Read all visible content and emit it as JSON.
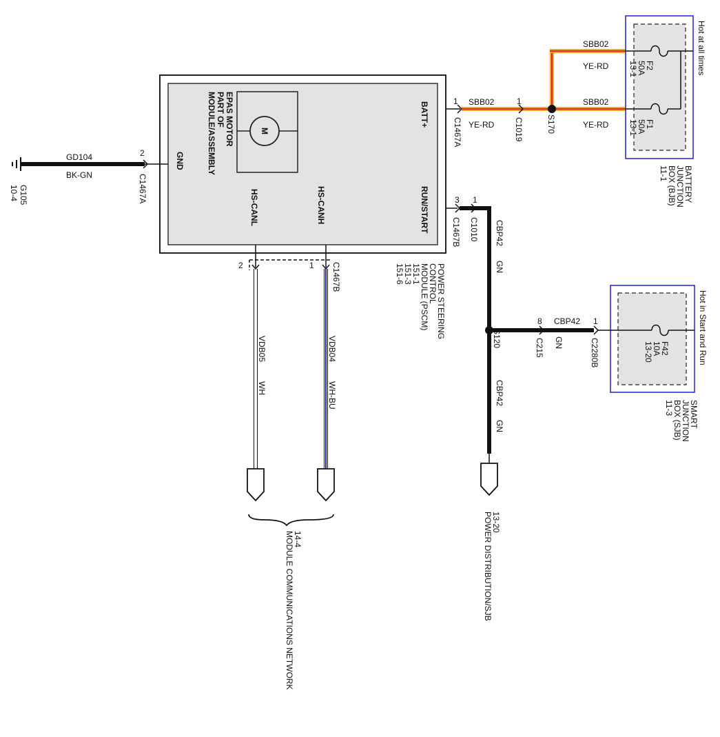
{
  "pscm": {
    "name_lines": [
      "POWER STEERING",
      "CONTROL",
      "MODULE (PSCM)",
      "151-1",
      "151-3",
      "151-6"
    ],
    "motor_lines": [
      "EPAS MOTOR",
      "PART OF",
      "MODULE/ASSEMBLY"
    ],
    "motor_symbol": "M",
    "pins": {
      "batt": "BATT+",
      "gnd": "GND",
      "run_start": "RUN/START",
      "hs_canl": "HS-CANL",
      "hs_canh": "HS-CANH"
    }
  },
  "ground": {
    "circuit": "GD104",
    "color": "BK-GN",
    "connector": "C1467A",
    "pin": "2",
    "ref": "G105",
    "ref_page": "10-4"
  },
  "batt_feed": {
    "pin": "1",
    "connector": "C1467A",
    "circuit": "SBB02",
    "color": "YE-RD",
    "inline_pin": "1",
    "inline_connector": "C1019",
    "splice": "S170",
    "wire_color_hex": "#f5a623",
    "stripe_hex": "#d0021b"
  },
  "bjb": {
    "branch_circuit": "SBB02",
    "branch_color": "YE-RD",
    "fuses": [
      {
        "id": "F2",
        "rating": "50A",
        "page": "13-1"
      },
      {
        "id": "F1",
        "rating": "50A",
        "page": "13-1"
      }
    ],
    "hot_label": "Hot at all times",
    "name_lines": [
      "BATTERY",
      "JUNCTION",
      "BOX (BJB)",
      "11-1"
    ],
    "border_hex": "#2020c0"
  },
  "run_feed": {
    "pin": "3",
    "connector": "C1467B",
    "inline_pin": "1",
    "inline_connector": "C1010",
    "circuit": "CBP42",
    "color": "GN",
    "splice": "S120",
    "branch_pin": "8",
    "branch_connector": "C215",
    "branch_circuit": "CBP42",
    "branch_color": "GN",
    "sjb_pin": "1",
    "sjb_connector": "C2280B",
    "down_circuit": "CBP42",
    "down_color": "GN",
    "dest_page": "13-20",
    "dest_name": "POWER DISTRIBUTION/SJB"
  },
  "sjb": {
    "fuse": {
      "id": "F42",
      "rating": "10A",
      "page": "13-20"
    },
    "hot_label": "Hot in Start and Run",
    "name_lines": [
      "SMART",
      "JUNCTION",
      "BOX (SJB)",
      "11-3"
    ]
  },
  "can": {
    "connector": "C1467B",
    "canl": {
      "pin": "2",
      "circuit": "VDB05",
      "color": "WH"
    },
    "canh": {
      "pin": "1",
      "circuit": "VDB04",
      "color": "WH-BU",
      "stripe_hex": "#2222aa"
    },
    "dest_page": "14-4",
    "dest_name": "MODULE COMMUNICATIONS NETWORK"
  }
}
